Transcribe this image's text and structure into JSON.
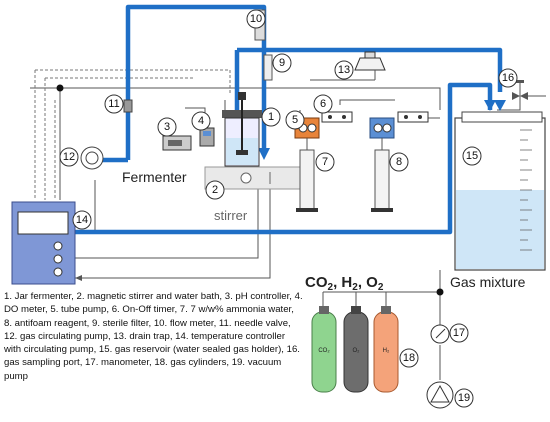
{
  "labels": {
    "fermenter": "Fermenter",
    "stirrer": "stirrer",
    "gas_mixture": "Gas mixture",
    "gases_heading": "CO2, H2, O2"
  },
  "gases_heading_parts": {
    "co2": "CO",
    "co2_sub": "2",
    "sep1": ", ",
    "h2": "H",
    "h2_sub": "2",
    "sep2": ", ",
    "o2": "O",
    "o2_sub": "2"
  },
  "cylinders": [
    {
      "label": "CO₂",
      "color": "#8fd48f"
    },
    {
      "label": "O₂",
      "color": "#6d6d6d"
    },
    {
      "label": "H₂",
      "color": "#f4a37a"
    }
  ],
  "markers": [
    "1",
    "2",
    "3",
    "4",
    "5",
    "6",
    "7",
    "8",
    "9",
    "10",
    "11",
    "12",
    "13",
    "14",
    "15",
    "16",
    "17",
    "18",
    "19"
  ],
  "legend_text": "1. Jar fermenter, 2. magnetic stirrer and water bath, 3. pH controller, 4. DO meter, 5. tube pump, 6. On-Off timer, 7. 7 w/w% ammonia water, 8. antifoam reagent, 9. sterile filter, 10. flow meter, 11. needle valve, 12. gas circulating pump, 13. drain trap, 14. temperature controller with circulating pump, 15. gas reservoir (water sealed gas holder), 16. gas sampling port, 17. manometer, 18. gas cylinders, 19. vacuum pump",
  "colors": {
    "gas_line": "#1f6fc6",
    "wire": "#555555",
    "pump_orange": "#e8843a",
    "pump_blue": "#5b8fd4",
    "controller": "#7f97d6",
    "water": "#cfe6f7"
  }
}
